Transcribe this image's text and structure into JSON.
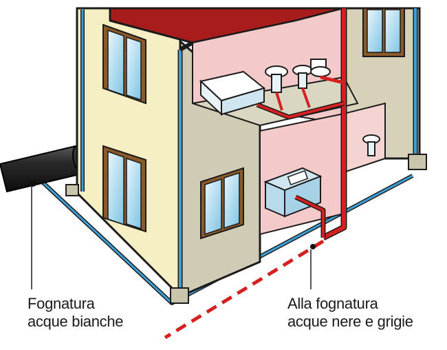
{
  "labels": {
    "white_water_sewer": {
      "line1": "Fognatura",
      "line2": "acque bianche"
    },
    "black_grey_water_sewer": {
      "line1": "Alla fognatura",
      "line2": "acque nere e grigie"
    }
  },
  "colors": {
    "white_water_pipe": "#3e9fd6",
    "black_grey_water_pipe": "#d42020",
    "facade": "#f6efc4",
    "side_wall": "#cfcbb4",
    "roof": "#a81c1c",
    "interior_pink": "#f4c9c9",
    "sewer_pipe": "#1f1f1f"
  }
}
